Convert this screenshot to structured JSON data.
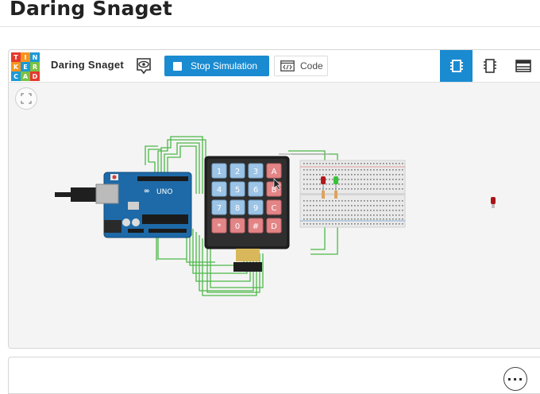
{
  "page": {
    "title": "Daring Snaget"
  },
  "logo": {
    "letters": [
      "T",
      "I",
      "N",
      "K",
      "E",
      "R",
      "C",
      "A",
      "D"
    ],
    "colors": [
      "#e5392d",
      "#f7941d",
      "#1a9ad6",
      "#f7941d",
      "#1a9ad6",
      "#7ac143",
      "#1a9ad6",
      "#7ac143",
      "#e5392d"
    ]
  },
  "toolbar": {
    "project_name": "Daring Snaget",
    "stop_label": "Stop Simulation",
    "code_label": "Code",
    "accent": "#1a8bd1"
  },
  "keypad": {
    "keys": [
      "1",
      "2",
      "3",
      "A",
      "4",
      "5",
      "6",
      "B",
      "7",
      "8",
      "9",
      "C",
      "*",
      "0",
      "#",
      "D"
    ]
  },
  "arduino": {
    "model": "UNO",
    "brand": "∞"
  }
}
